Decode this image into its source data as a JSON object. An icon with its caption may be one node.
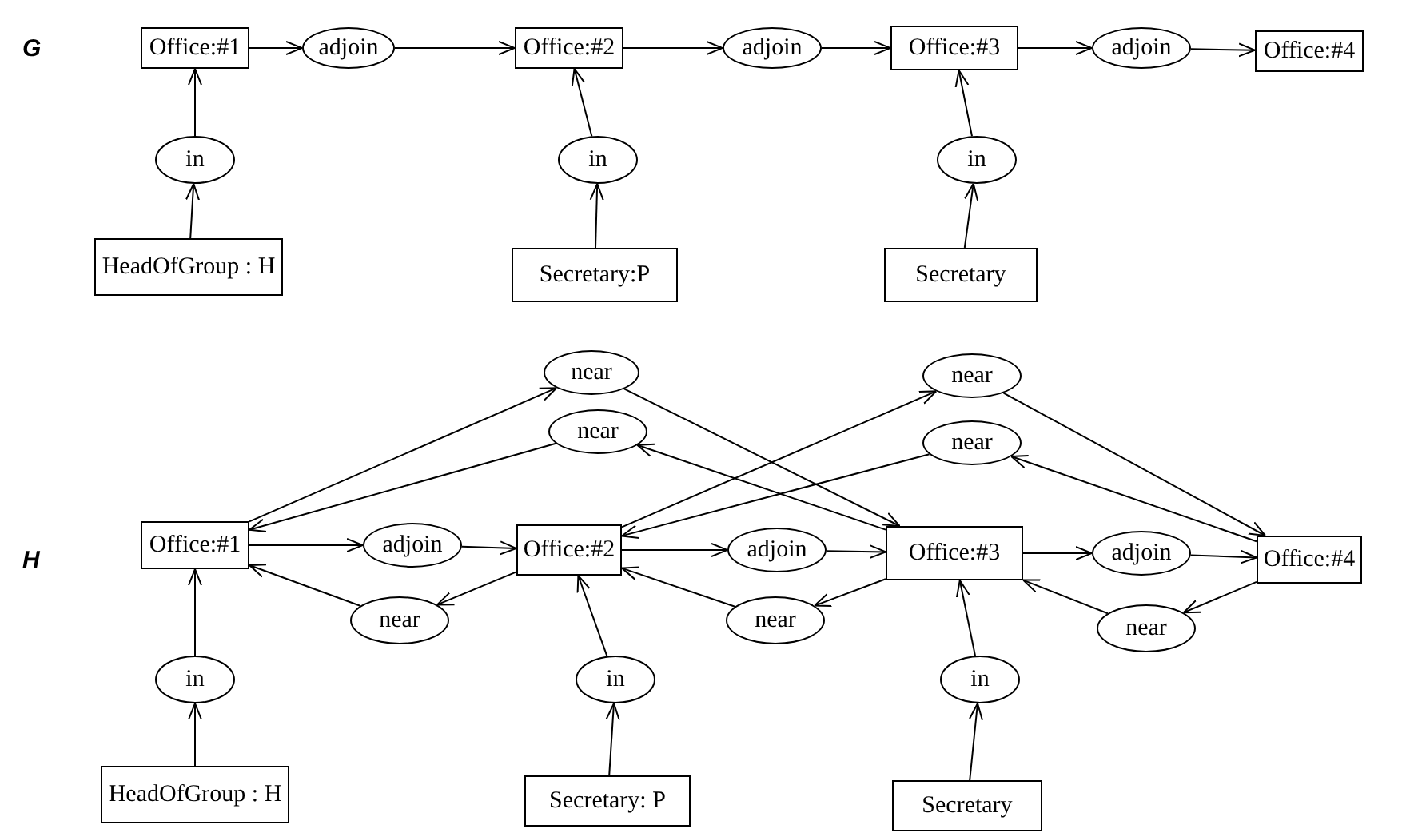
{
  "diagram": {
    "nodes": [
      {
        "text": [
          "Office:#1"
        ]
      },
      {
        "text": [
          "adjoin"
        ]
      },
      {
        "text": [
          "Office:#2"
        ]
      },
      {
        "text": [
          "adjoin"
        ]
      },
      {
        "text": [
          "Office:#3"
        ]
      },
      {
        "text": [
          "adjoin"
        ]
      },
      {
        "text": [
          "Office:#4"
        ]
      },
      {
        "text": [
          "in"
        ]
      },
      {
        "text": [
          "in"
        ]
      },
      {
        "text": [
          "in"
        ]
      },
      {
        "text": [
          "HeadOfGroup : H"
        ]
      },
      {
        "text": [
          "Secretary:P"
        ]
      },
      {
        "text": [
          "Secretary"
        ]
      },
      {
        "text": [
          "near"
        ]
      },
      {
        "text": [
          "near"
        ]
      },
      {
        "text": [
          "near"
        ]
      },
      {
        "text": [
          "near"
        ]
      },
      {
        "text": [
          "Office:#1"
        ]
      },
      {
        "text": [
          "adjoin"
        ]
      },
      {
        "text": [
          "Office:#2"
        ]
      },
      {
        "text": [
          "adjoin"
        ]
      },
      {
        "text": [
          "Office:#3"
        ]
      },
      {
        "text": [
          "adjoin"
        ]
      },
      {
        "text": [
          "Office:#4"
        ]
      },
      {
        "text": [
          "near"
        ]
      },
      {
        "text": [
          "near"
        ]
      },
      {
        "text": [
          "near"
        ]
      },
      {
        "text": [
          "in"
        ]
      },
      {
        "text": [
          "in"
        ]
      },
      {
        "text": [
          "in"
        ]
      },
      {
        "text": [
          "HeadOfGroup : H"
        ]
      },
      {
        "text": [
          "Secretary: P"
        ]
      },
      {
        "text": [
          "Secretary"
        ]
      }
    ],
    "edges": [
      {
        "from": 0,
        "to": 1,
        "arrow": "to"
      },
      {
        "from": 1,
        "to": 2,
        "arrow": "to"
      },
      {
        "from": 2,
        "to": 3,
        "arrow": "to"
      },
      {
        "from": 3,
        "to": 4,
        "arrow": "to"
      },
      {
        "from": 4,
        "to": 5,
        "arrow": "to"
      },
      {
        "from": 5,
        "to": 6,
        "arrow": "to"
      },
      {
        "from": 7,
        "to": 0,
        "arrow": "to"
      },
      {
        "from": 8,
        "to": 2,
        "arrow": "to"
      },
      {
        "from": 9,
        "to": 4,
        "arrow": "to"
      },
      {
        "from": 10,
        "to": 7,
        "arrow": "to"
      },
      {
        "from": 11,
        "to": 8,
        "arrow": "to"
      },
      {
        "from": 12,
        "to": 9,
        "arrow": "to"
      },
      {
        "from": 17,
        "to": 18,
        "arrow": "to"
      },
      {
        "from": 18,
        "to": 19,
        "arrow": "to"
      },
      {
        "from": 19,
        "to": 20,
        "arrow": "to"
      },
      {
        "from": 20,
        "to": 21,
        "arrow": "to"
      },
      {
        "from": 21,
        "to": 22,
        "arrow": "to"
      },
      {
        "from": 22,
        "to": 23,
        "arrow": "to"
      },
      {
        "from": 17,
        "to": 13,
        "arrow": "to"
      },
      {
        "from": 13,
        "to": 21,
        "arrow": "to"
      },
      {
        "from": 21,
        "to": 15,
        "arrow": "to"
      },
      {
        "from": 15,
        "to": 17,
        "arrow": "to"
      },
      {
        "from": 19,
        "to": 14,
        "arrow": "to"
      },
      {
        "from": 14,
        "to": 23,
        "arrow": "to"
      },
      {
        "from": 23,
        "to": 16,
        "arrow": "to"
      },
      {
        "from": 16,
        "to": 19,
        "arrow": "to"
      },
      {
        "from": 19,
        "to": 24,
        "arrow": "to"
      },
      {
        "from": 24,
        "to": 17,
        "arrow": "to"
      },
      {
        "from": 21,
        "to": 25,
        "arrow": "to"
      },
      {
        "from": 25,
        "to": 19,
        "arrow": "to"
      },
      {
        "from": 23,
        "to": 26,
        "arrow": "to"
      },
      {
        "from": 26,
        "to": 21,
        "arrow": "to"
      },
      {
        "from": 27,
        "to": 17,
        "arrow": "to"
      },
      {
        "from": 28,
        "to": 19,
        "arrow": "to"
      },
      {
        "from": 29,
        "to": 21,
        "arrow": "to"
      },
      {
        "from": 30,
        "to": 27,
        "arrow": "to"
      },
      {
        "from": 31,
        "to": 28,
        "arrow": "to"
      },
      {
        "from": 32,
        "to": 29,
        "arrow": "to"
      }
    ],
    "labels": [
      "G",
      "H"
    ]
  }
}
